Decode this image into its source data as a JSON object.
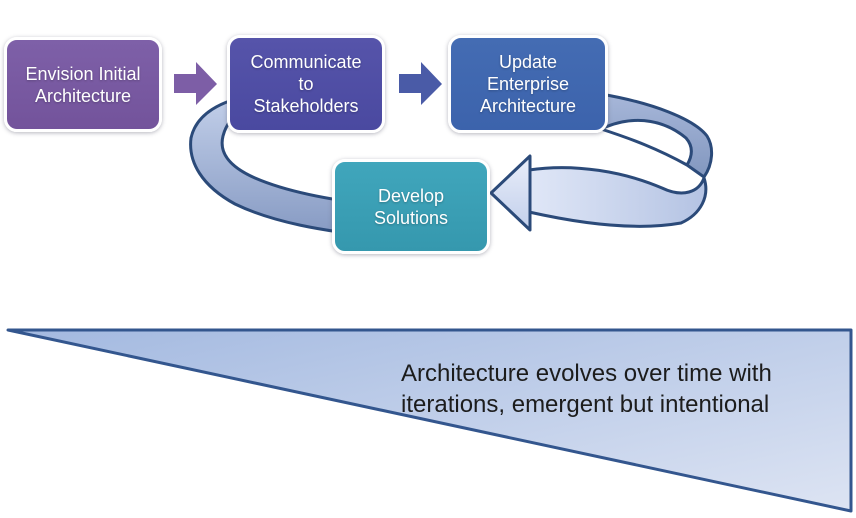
{
  "diagram": {
    "title": "architecture-evolution-cycle",
    "steps": [
      {
        "id": "envision",
        "lines": [
          "Envision Initial",
          "Architecture"
        ],
        "fill": "#7a5aa2"
      },
      {
        "id": "communicate",
        "lines": [
          "Communicate",
          "to",
          "Stakeholders"
        ],
        "fill": "#504ea4"
      },
      {
        "id": "update",
        "lines": [
          "Update",
          "Enterprise",
          "Architecture"
        ],
        "fill": "#4067b0"
      },
      {
        "id": "develop",
        "lines": [
          "Develop",
          "Solutions"
        ],
        "fill": "#3aa2b8"
      }
    ],
    "flow_arrows": [
      {
        "from": "envision",
        "to": "communicate",
        "color": "#7d5ea6"
      },
      {
        "from": "communicate",
        "to": "update",
        "color": "#4a5ba7"
      }
    ],
    "cycle_arrow": {
      "direction": "counter-clockwise-return",
      "stroke": "#2b4a79",
      "back_fill_top": "#bac8e6",
      "back_fill_bottom": "#8a9fc6",
      "front_fill_light": "#dfe6f6",
      "front_fill_deep": "#b8c6e4"
    },
    "banner": {
      "lines": [
        "Architecture evolves over time with",
        "iterations, emergent but intentional"
      ],
      "fill_start": "#a3b9e0",
      "fill_end": "#dde4f3",
      "border_color": "#33568e",
      "text_color": "#1c1c1c"
    }
  }
}
